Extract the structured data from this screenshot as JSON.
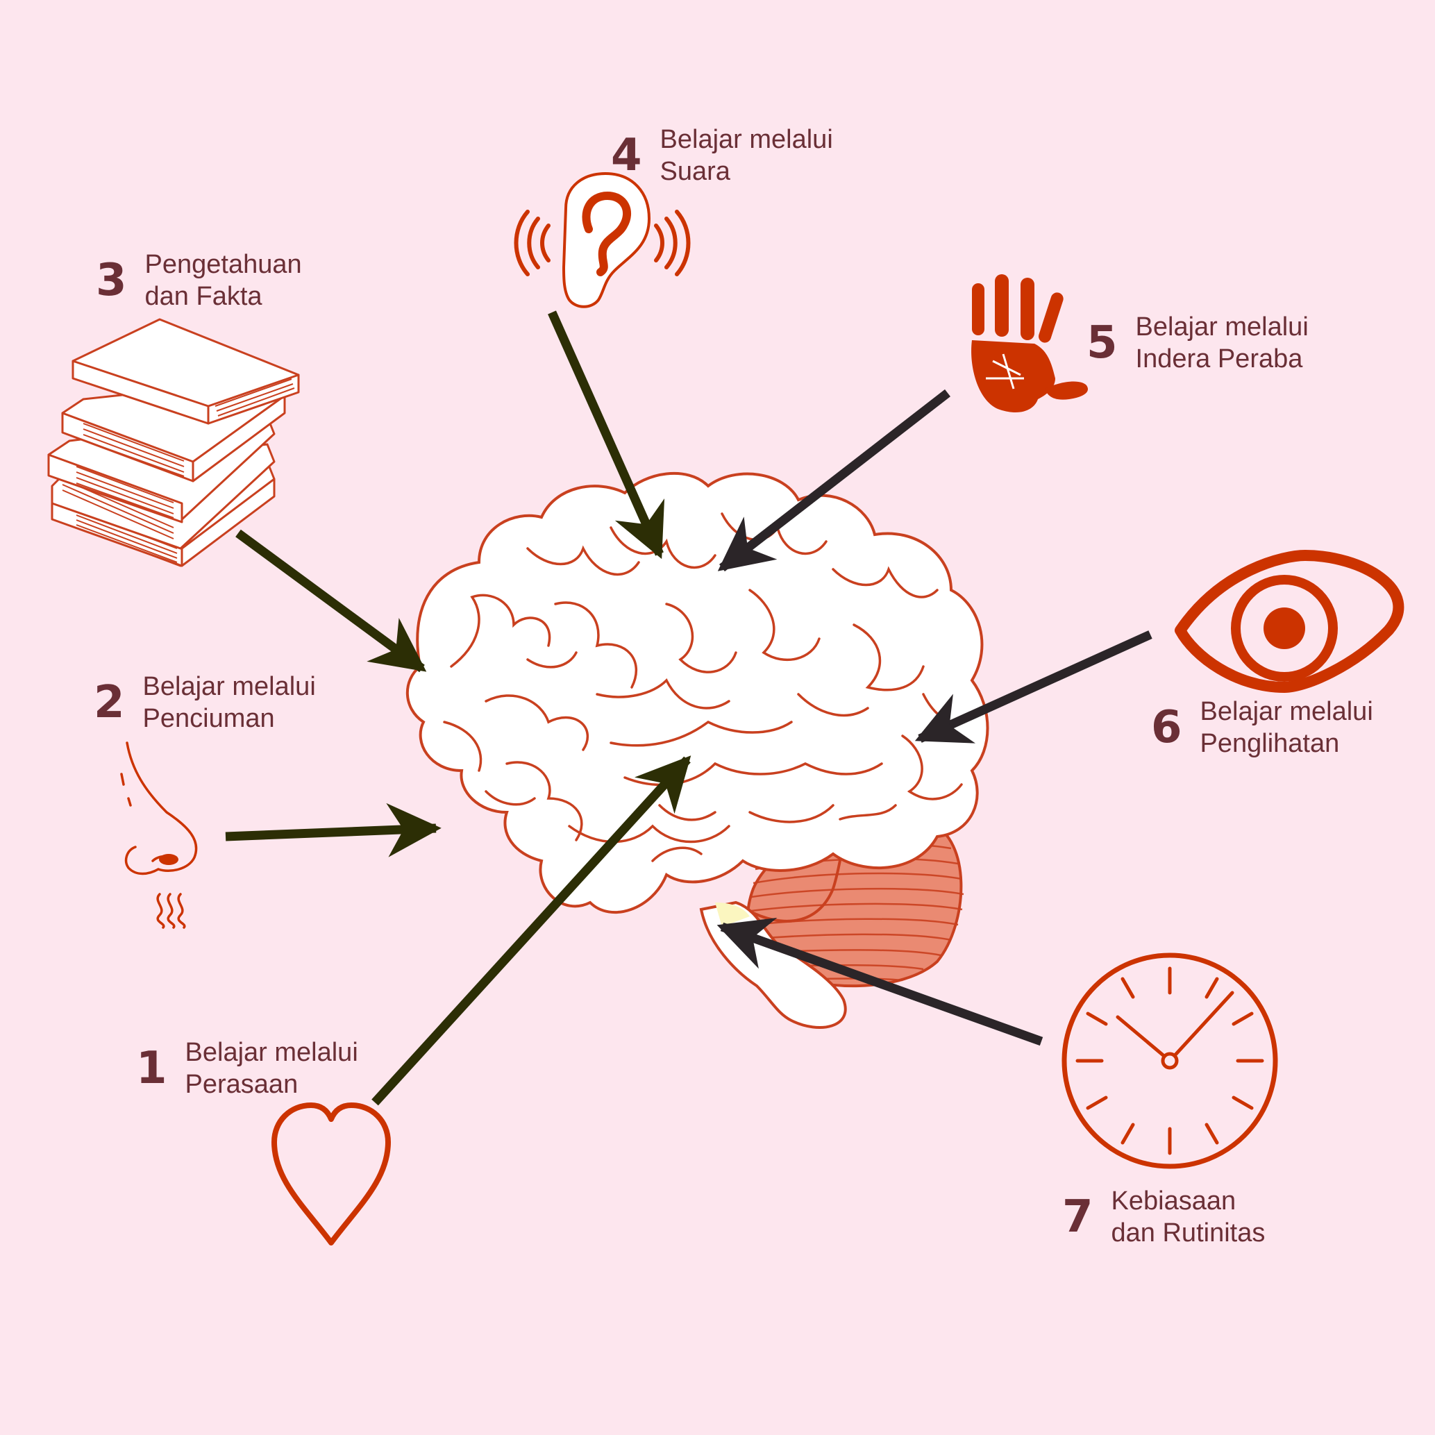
{
  "colors": {
    "background": "#fde6ee",
    "accent": "#cc3300",
    "brain_stroke": "#c9401f",
    "arrow_green": "#2c2e05",
    "arrow_dark": "#2b2528",
    "text": "#6a2f36"
  },
  "items": [
    {
      "number": "1",
      "line1": "Belajar melalui",
      "line2": "Perasaan",
      "icon": "heart-icon"
    },
    {
      "number": "2",
      "line1": "Belajar melalui",
      "line2": "Penciuman",
      "icon": "nose-icon"
    },
    {
      "number": "3",
      "line1": "Pengetahuan",
      "line2": "dan Fakta",
      "icon": "books-icon"
    },
    {
      "number": "4",
      "line1": "Belajar melalui",
      "line2": "Suara",
      "icon": "ear-icon"
    },
    {
      "number": "5",
      "line1": "Belajar melalui",
      "line2": "Indera Peraba",
      "icon": "hand-icon"
    },
    {
      "number": "6",
      "line1": "Belajar melalui",
      "line2": "Penglihatan",
      "icon": "eye-icon"
    },
    {
      "number": "7",
      "line1": "Kebiasaan",
      "line2": "dan Rutinitas",
      "icon": "clock-icon"
    }
  ]
}
